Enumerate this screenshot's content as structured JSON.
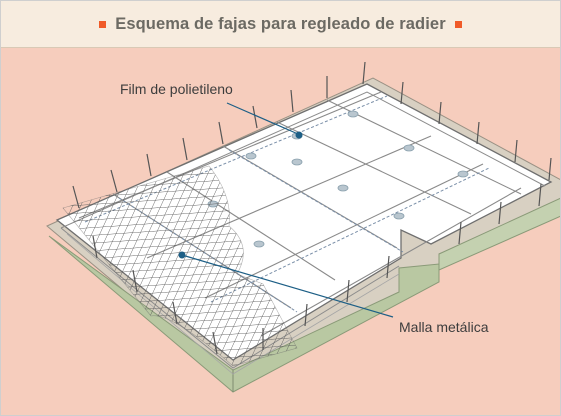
{
  "header": {
    "title": "Esquema de fajas para regleado de radier"
  },
  "labels": {
    "film": "Film de polietileno",
    "malla": "Malla metálica"
  },
  "colors": {
    "accent": "#f05a28",
    "background": "#f6cdbd",
    "header_bg": "#f7ecdf",
    "title": "#6c6a63",
    "leader_line": "#1d5f86"
  }
}
